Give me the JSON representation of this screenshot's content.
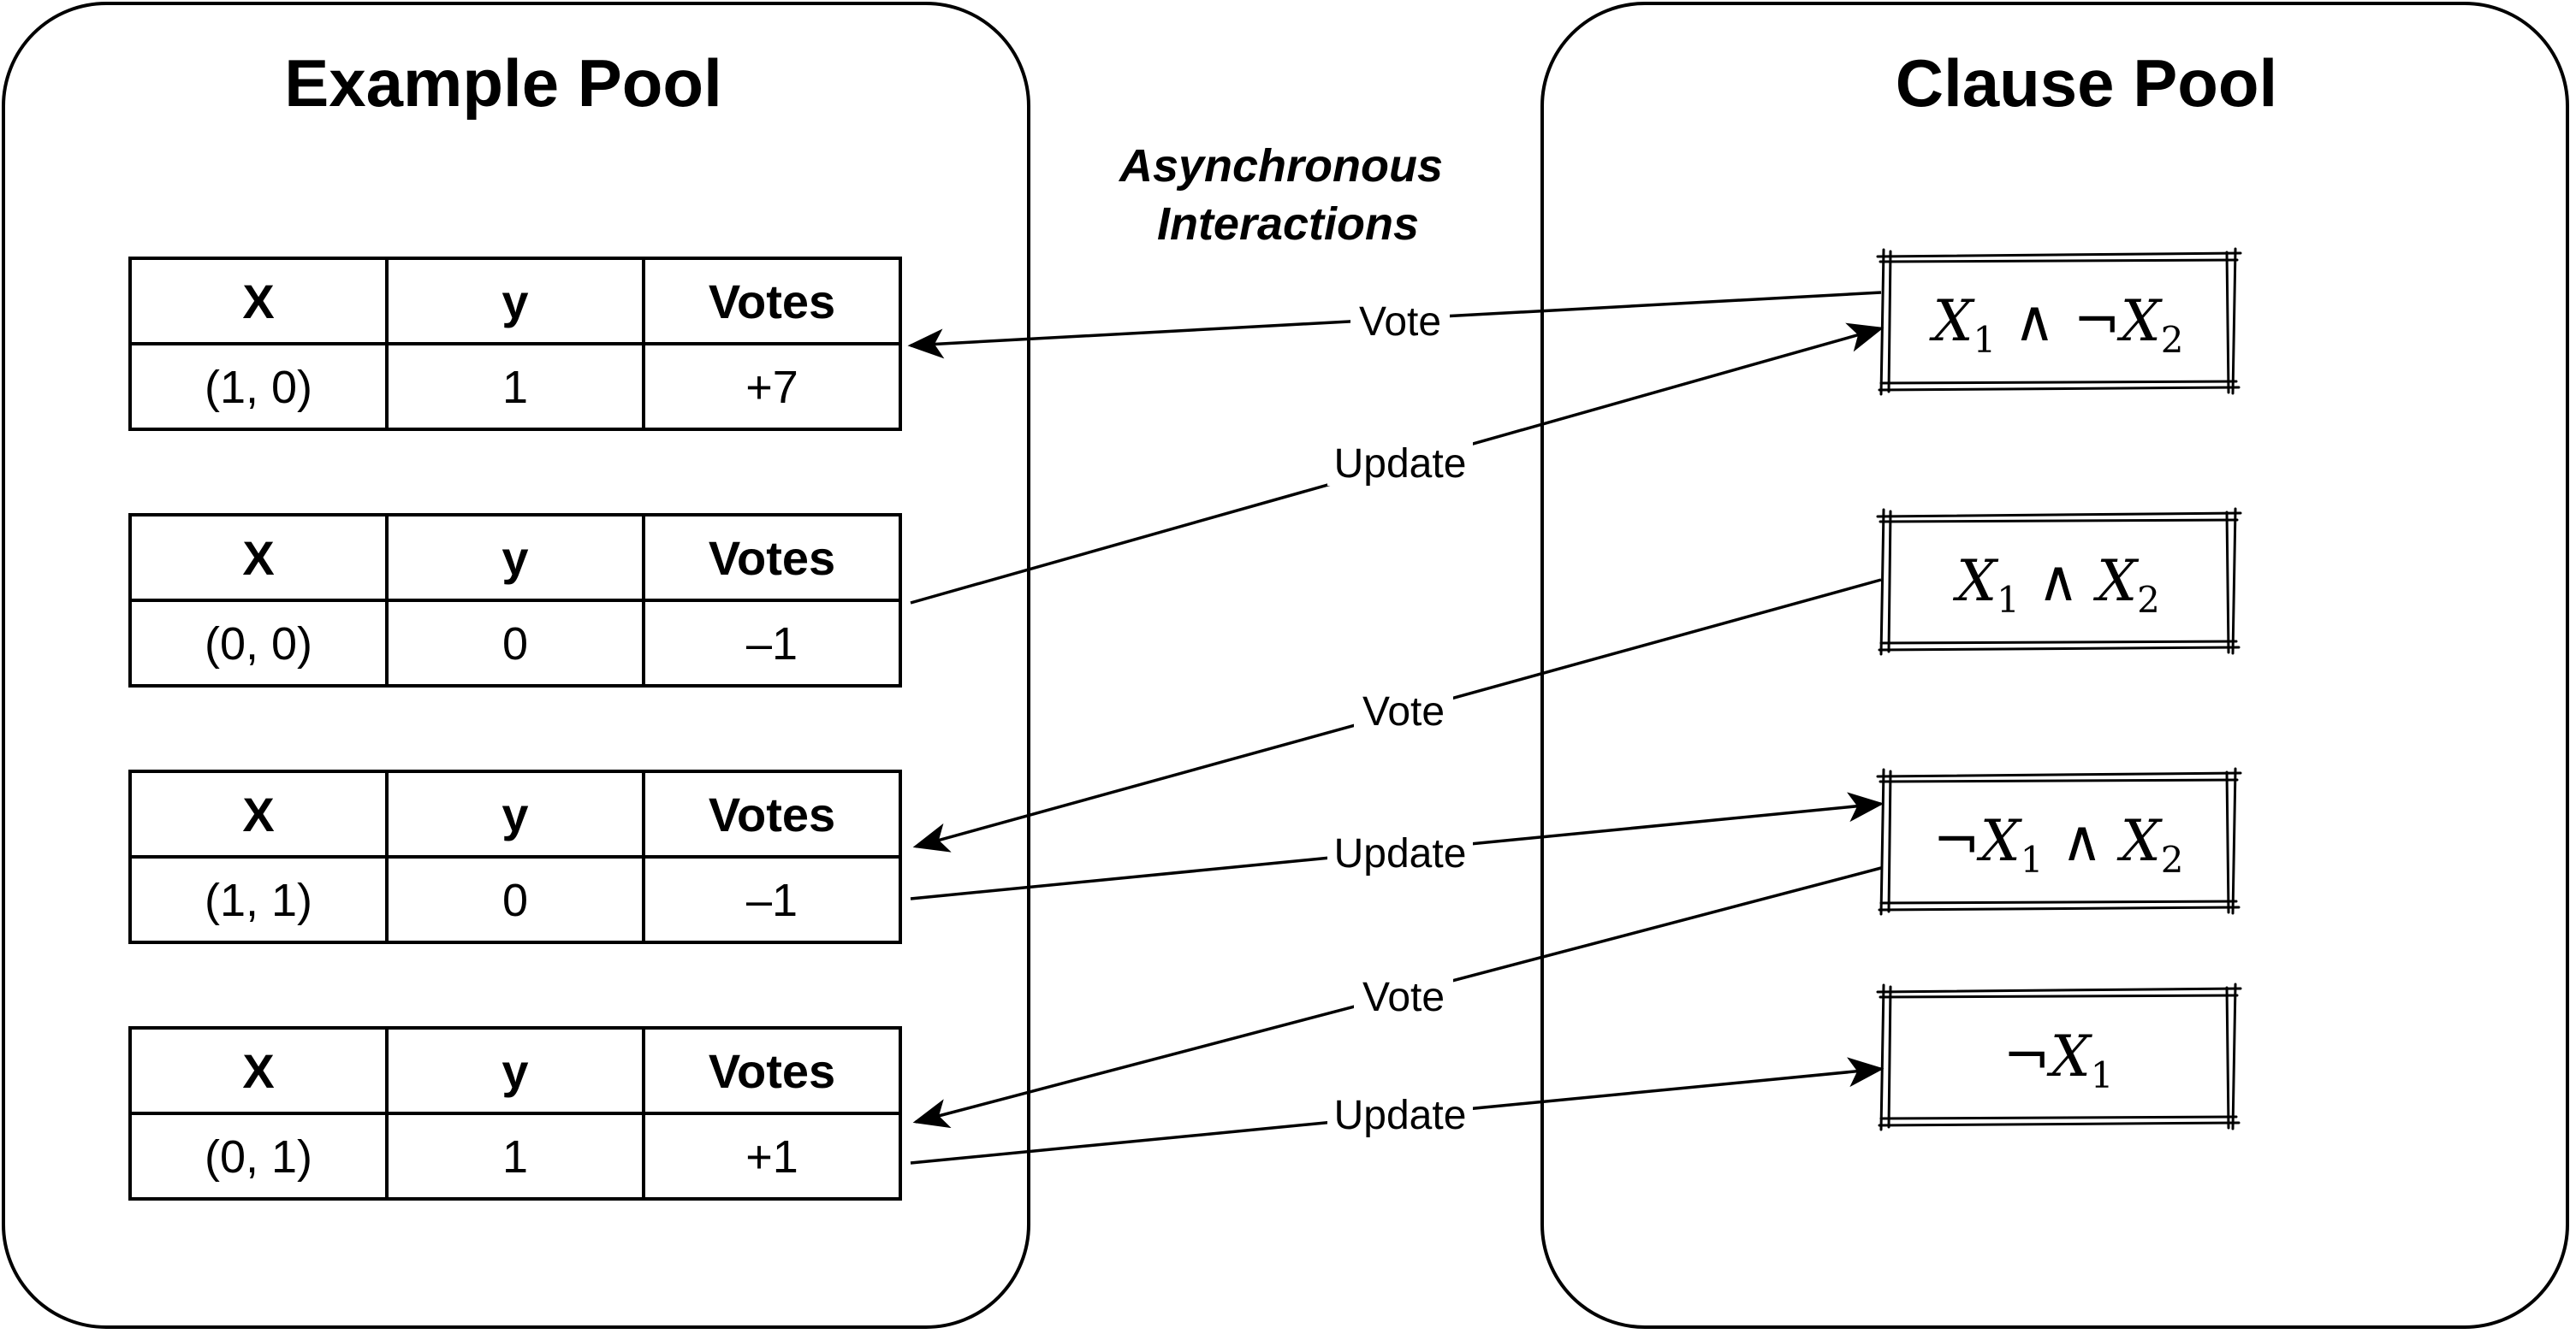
{
  "example_pool": {
    "title": "Example Pool",
    "columns": [
      "X",
      "y",
      "Votes"
    ],
    "rows": [
      {
        "x": "(1, 0)",
        "y": "1",
        "votes": "+7"
      },
      {
        "x": "(0, 0)",
        "y": "0",
        "votes": "–1"
      },
      {
        "x": "(1, 1)",
        "y": "0",
        "votes": "–1"
      },
      {
        "x": "(0, 1)",
        "y": "1",
        "votes": "+1"
      }
    ]
  },
  "clause_pool": {
    "title": "Clause Pool",
    "clauses": [
      {
        "neg1": "",
        "var1": "X",
        "sub1": "1",
        "op": " ∧ ",
        "neg2": "¬",
        "var2": "X",
        "sub2": "2"
      },
      {
        "neg1": "",
        "var1": "X",
        "sub1": "1",
        "op": " ∧ ",
        "neg2": "",
        "var2": "X",
        "sub2": "2"
      },
      {
        "neg1": "¬",
        "var1": "X",
        "sub1": "1",
        "op": " ∧ ",
        "neg2": "",
        "var2": "X",
        "sub2": "2"
      },
      {
        "neg1": "¬",
        "var1": "X",
        "sub1": "1",
        "op": "",
        "neg2": "",
        "var2": "",
        "sub2": ""
      }
    ]
  },
  "interaction": {
    "line1": "Asynchronous",
    "line2": "Interactions"
  },
  "edges": [
    {
      "label": "Vote",
      "from_clause": 0,
      "to_example": 0
    },
    {
      "label": "Update",
      "from_example": 1,
      "to_clause": 0
    },
    {
      "label": "Vote",
      "from_clause": 1,
      "to_example": 2
    },
    {
      "label": "Update",
      "from_example": 2,
      "to_clause": 2
    },
    {
      "label": "Vote",
      "from_clause": 2,
      "to_example": 3
    },
    {
      "label": "Update",
      "from_example": 3,
      "to_clause": 3
    }
  ]
}
